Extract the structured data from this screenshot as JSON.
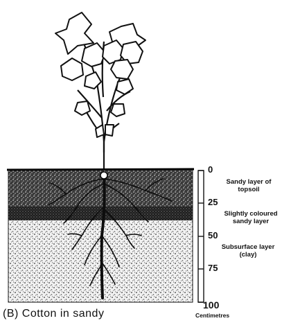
{
  "top_caption": "",
  "scale": {
    "ticks": [
      "0",
      "25",
      "50",
      "75",
      "100"
    ],
    "unit": "Centimetres"
  },
  "layers": [
    {
      "label": "Sandy layer of topsoil"
    },
    {
      "label": "Slightly coloured sandy layer"
    },
    {
      "label": "Subsurface layer (clay)"
    }
  ],
  "caption": "(B) Cotton in sandy",
  "colors": {
    "ink": "#111111",
    "background": "#ffffff"
  }
}
